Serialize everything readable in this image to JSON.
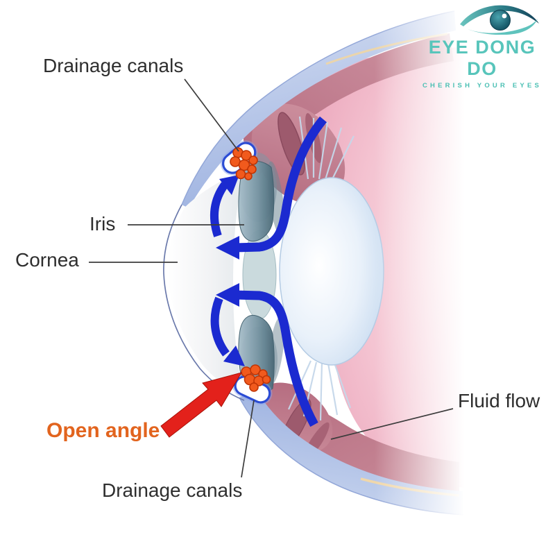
{
  "diagram": {
    "labels": {
      "drainage_canals_top": "Drainage canals",
      "iris": "Iris",
      "cornea": "Cornea",
      "open_angle": "Open angle",
      "fluid_flow": "Fluid flow",
      "drainage_canals_bottom": "Drainage canals"
    }
  },
  "logo": {
    "title": "EYE DONG DO",
    "tagline": "CHERISH YOUR EYES"
  },
  "palette": {
    "label_text": "#2e2e2e",
    "open_angle_text": "#e2641e",
    "flow_arrow_blue": "#1b2ad0",
    "pointer_arrow_red": "#e3211b",
    "drainage_canal_orange": "#f15a1d",
    "sclera_blue": "#a9bce6",
    "vitreous_pink": "#f3c3d1",
    "choroid_rose": "#c07f8e",
    "lens_blue": "#d9e7f6",
    "iris_gray_teal": "#6d8c9a",
    "logo_teal": "#58c5bb",
    "logo_dark_teal": "#123d55"
  }
}
